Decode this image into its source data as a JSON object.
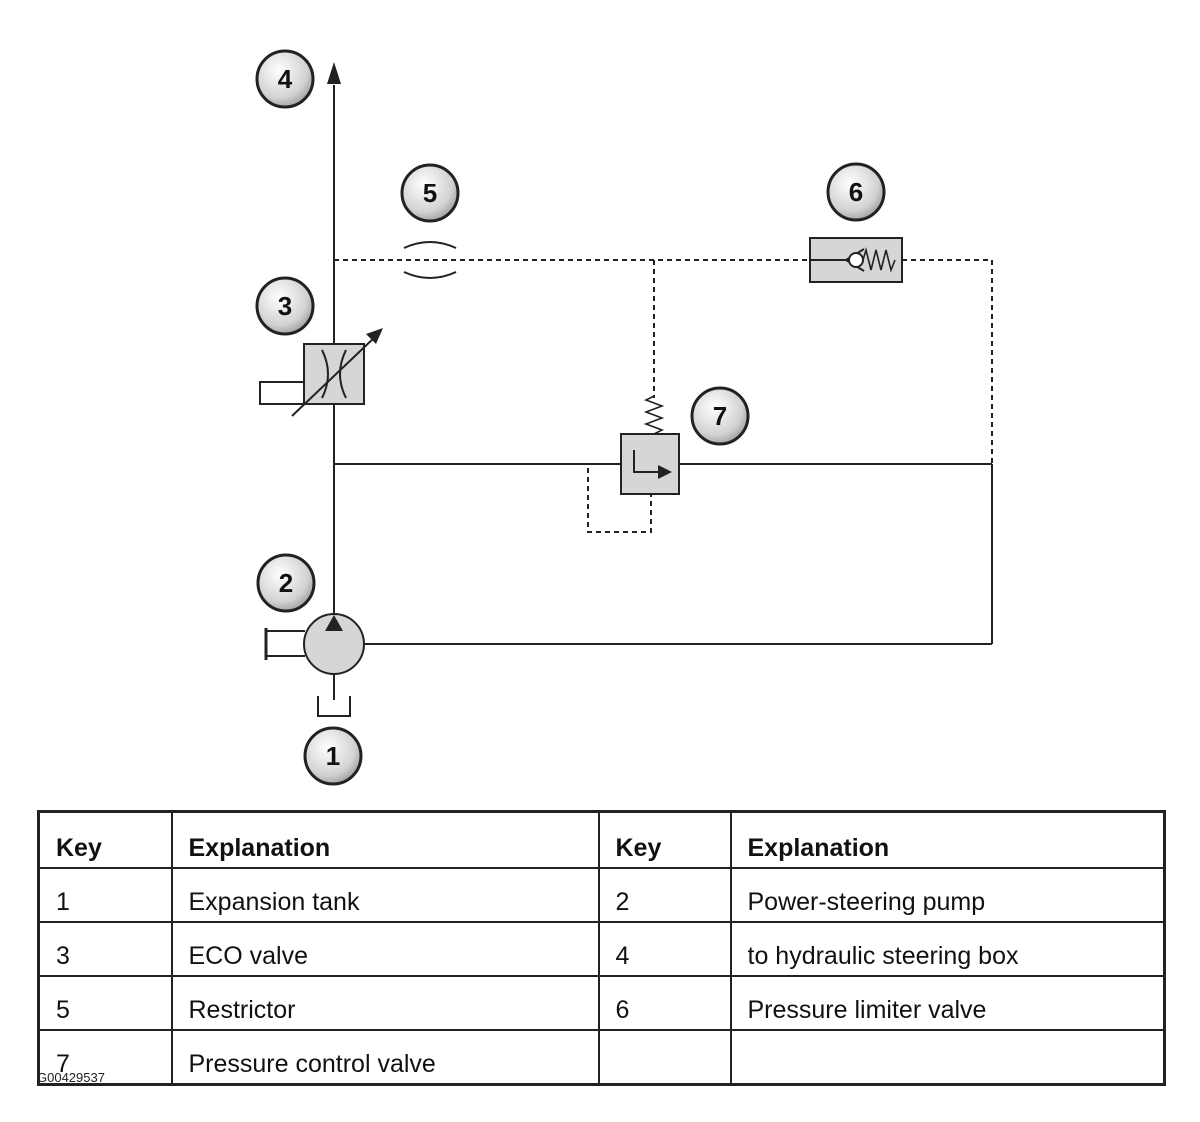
{
  "callouts": {
    "c1": "1",
    "c2": "2",
    "c3": "3",
    "c4": "4",
    "c5": "5",
    "c6": "6",
    "c7": "7"
  },
  "table": {
    "headers": [
      "Key",
      "Explanation",
      "Key",
      "Explanation"
    ],
    "rows": [
      [
        "1",
        "Expansion tank",
        "2",
        "Power-steering pump"
      ],
      [
        "3",
        "ECO valve",
        "4",
        "to hydraulic steering box"
      ],
      [
        "5",
        "Restrictor",
        "6",
        "Pressure limiter valve"
      ],
      [
        "7",
        "Pressure control valve",
        "",
        ""
      ]
    ]
  },
  "figure_id": "G00429537",
  "colors": {
    "line": "#222222",
    "valve_fill": "#d6d6d6",
    "callout_fill": "#e4e4e4"
  }
}
